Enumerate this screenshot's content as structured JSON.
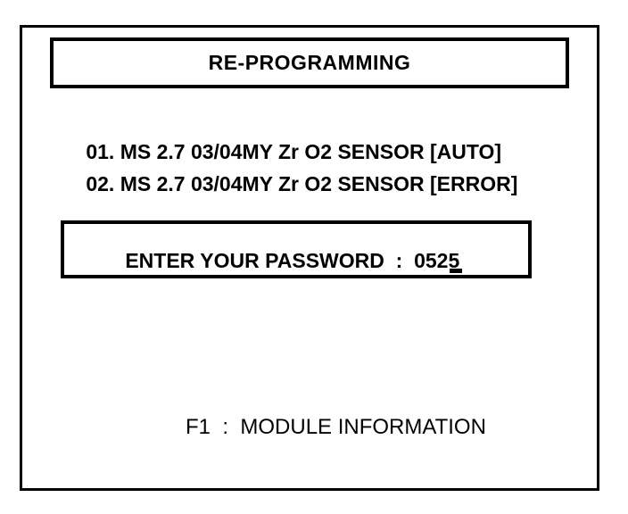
{
  "title": "RE-PROGRAMMING",
  "menu": {
    "items": [
      {
        "label": "01. MS 2.7 03/04MY Zr O2 SENSOR [AUTO]"
      },
      {
        "label": "02. MS 2.7 03/04MY Zr O2 SENSOR [ERROR]"
      }
    ]
  },
  "password": {
    "label": "ENTER YOUR PASSWORD",
    "separator": "  :  ",
    "value": "0525"
  },
  "footer": {
    "hint": "F1  :  MODULE INFORMATION"
  },
  "colors": {
    "foreground": "#000000",
    "background": "#ffffff"
  }
}
